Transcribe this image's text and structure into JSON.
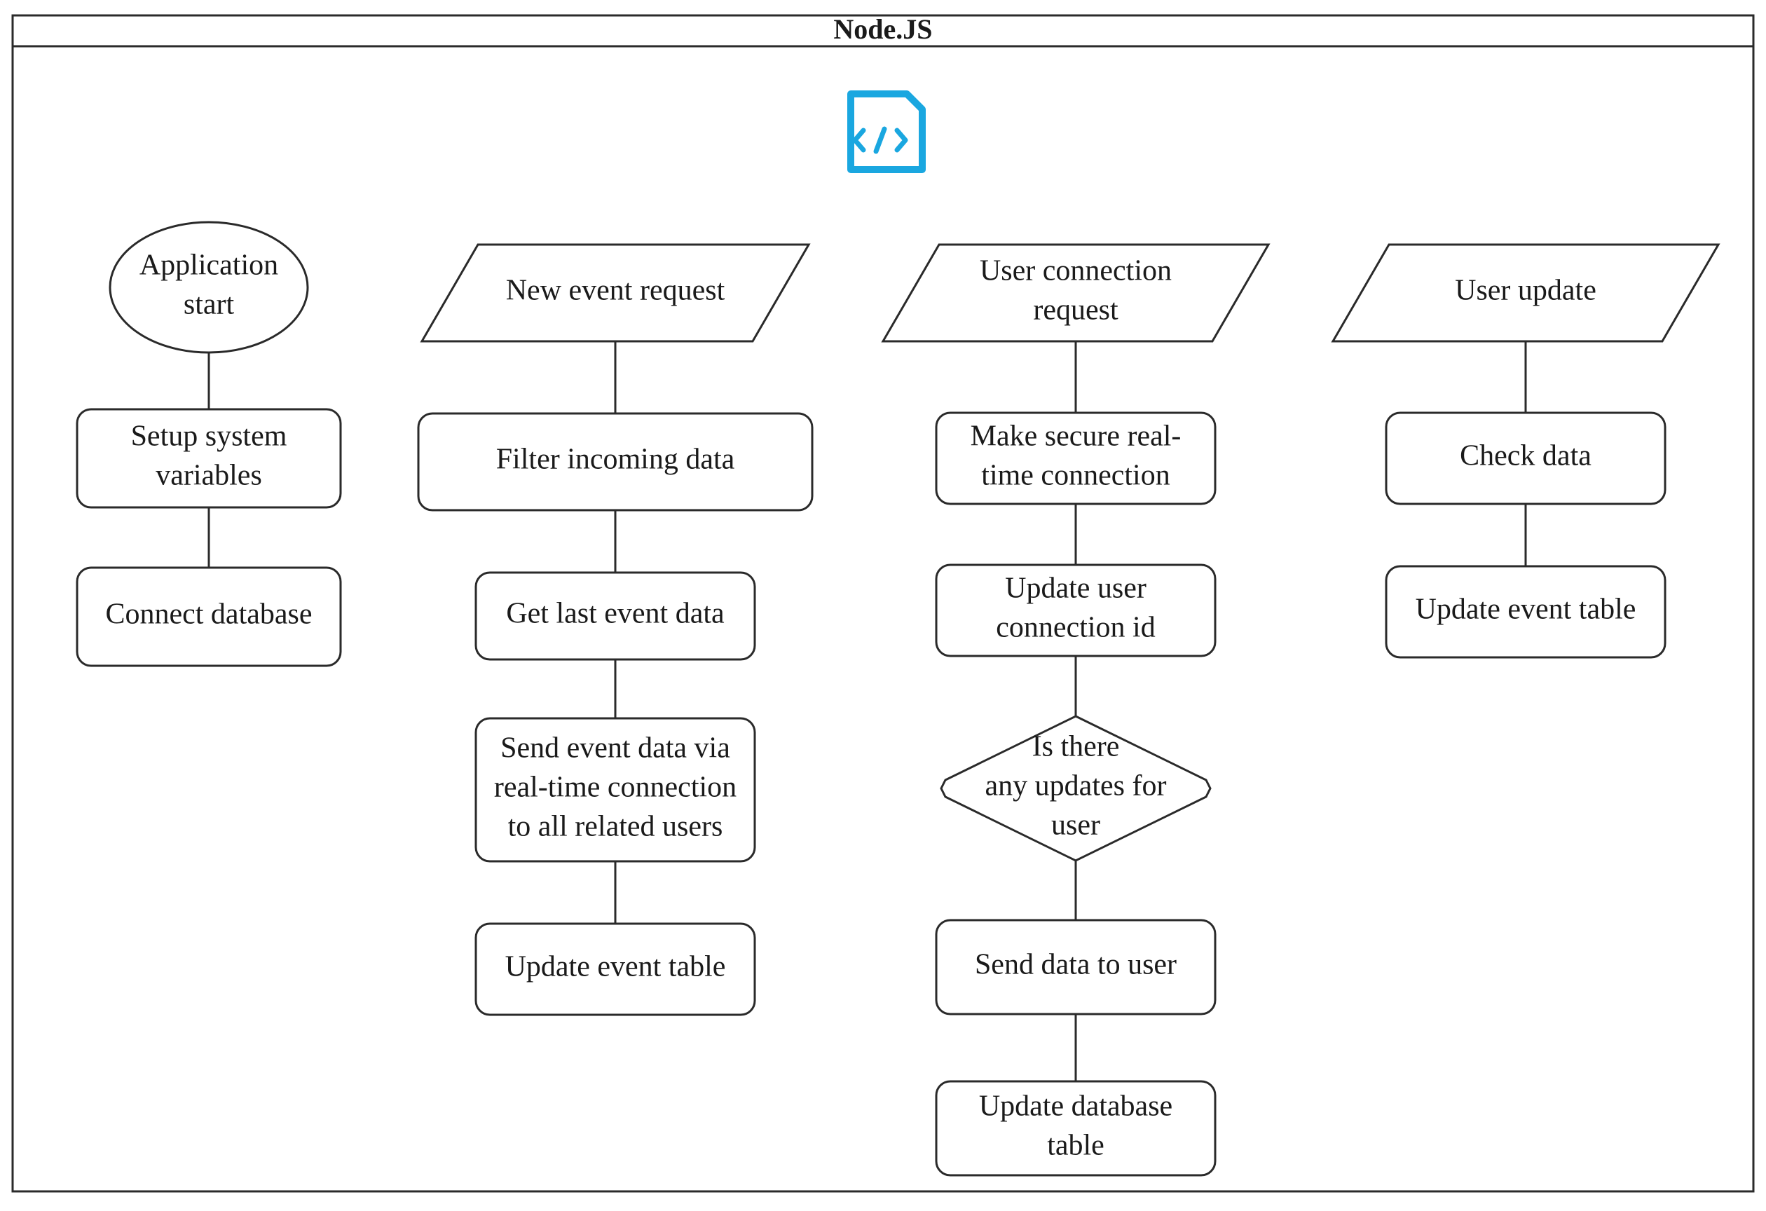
{
  "pool": {
    "title": "Node.JS"
  },
  "header_icon": {
    "name": "code-file-icon",
    "color": "#1aa7e0"
  },
  "columns": [
    {
      "id": "app",
      "start": {
        "shape": "ellipse",
        "lines": [
          "Application",
          "start"
        ]
      },
      "steps": [
        {
          "shape": "process",
          "lines": [
            "Setup system",
            "variables"
          ]
        },
        {
          "shape": "process",
          "lines": [
            "Connect database"
          ]
        }
      ]
    },
    {
      "id": "new-event",
      "start": {
        "shape": "input",
        "lines": [
          "New event request"
        ]
      },
      "steps": [
        {
          "shape": "process",
          "lines": [
            "Filter incoming data"
          ]
        },
        {
          "shape": "process",
          "lines": [
            "Get last event data"
          ]
        },
        {
          "shape": "process",
          "lines": [
            "Send event data via",
            "real-time connection",
            "to all related users"
          ]
        },
        {
          "shape": "process",
          "lines": [
            "Update event table"
          ]
        }
      ]
    },
    {
      "id": "user-connection",
      "start": {
        "shape": "input",
        "lines": [
          "User connection",
          "request"
        ]
      },
      "steps": [
        {
          "shape": "process",
          "lines": [
            "Make secure real-",
            "time connection"
          ]
        },
        {
          "shape": "process",
          "lines": [
            "Update user",
            "connection id"
          ]
        },
        {
          "shape": "decision",
          "lines": [
            "Is there",
            "any updates for",
            "user"
          ]
        },
        {
          "shape": "process",
          "lines": [
            "Send data to user"
          ]
        },
        {
          "shape": "process",
          "lines": [
            "Update database",
            "table"
          ]
        }
      ]
    },
    {
      "id": "user-update",
      "start": {
        "shape": "input",
        "lines": [
          "User update"
        ]
      },
      "steps": [
        {
          "shape": "process",
          "lines": [
            "Check data"
          ]
        },
        {
          "shape": "process",
          "lines": [
            "Update event table"
          ]
        }
      ]
    }
  ]
}
